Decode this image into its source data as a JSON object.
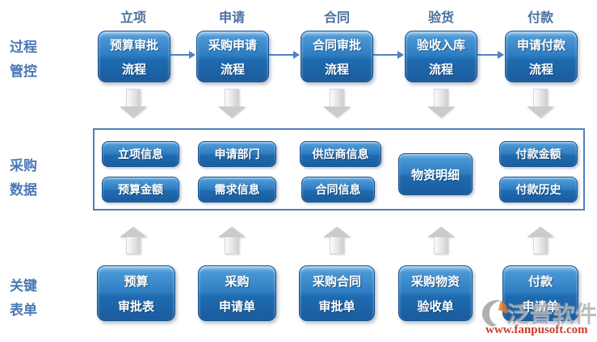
{
  "side_labels": [
    {
      "name": "process-control",
      "lines": [
        "过程",
        "管控"
      ]
    },
    {
      "name": "procurement-data",
      "lines": [
        "采购",
        "数据"
      ]
    },
    {
      "name": "key-forms",
      "lines": [
        "关键",
        "表单"
      ]
    }
  ],
  "stages": [
    {
      "header": "立项",
      "process": [
        "预算审批",
        "流程"
      ],
      "data": [
        "立项信息",
        "预算金额"
      ],
      "form": [
        "预算",
        "审批表"
      ]
    },
    {
      "header": "申请",
      "process": [
        "采购申请",
        "流程"
      ],
      "data": [
        "申请部门",
        "需求信息"
      ],
      "form": [
        "采购",
        "申请单"
      ]
    },
    {
      "header": "合同",
      "process": [
        "合同审批",
        "流程"
      ],
      "data": [
        "供应商信息",
        "合同信息"
      ],
      "form": [
        "采购合同",
        "审批单"
      ]
    },
    {
      "header": "验货",
      "process": [
        "验收入库",
        "流程"
      ],
      "data": [
        "物资明细"
      ],
      "form": [
        "采购物资",
        "验收单"
      ]
    },
    {
      "header": "付款",
      "process": [
        "申请付款",
        "流程"
      ],
      "data": [
        "付款金额",
        "付款历史"
      ],
      "form": [
        "付款",
        "申请单"
      ]
    }
  ],
  "watermark": {
    "brand": "泛普软件",
    "url": "www.fanpusoft.com"
  },
  "icons": {
    "flow_arrow": "→",
    "down_arrow": "⬇",
    "up_arrow": "⬆"
  },
  "colors": {
    "box_gradient_top": "#7db9e8",
    "box_gradient_bottom": "#1a5c9e",
    "box_border": "#14508c",
    "box_text": "#ffffff",
    "container_border": "#4f81bd",
    "flow_arrow_blue": "#4f81bd",
    "header_text": "#4a6f9e",
    "side_label_text": "#4a78b4",
    "block_arrow_silver": "#cbcbcb",
    "watermark_red": "#cc3b2a",
    "watermark_gray": "#969696",
    "watermark_orange": "#e8762c"
  }
}
